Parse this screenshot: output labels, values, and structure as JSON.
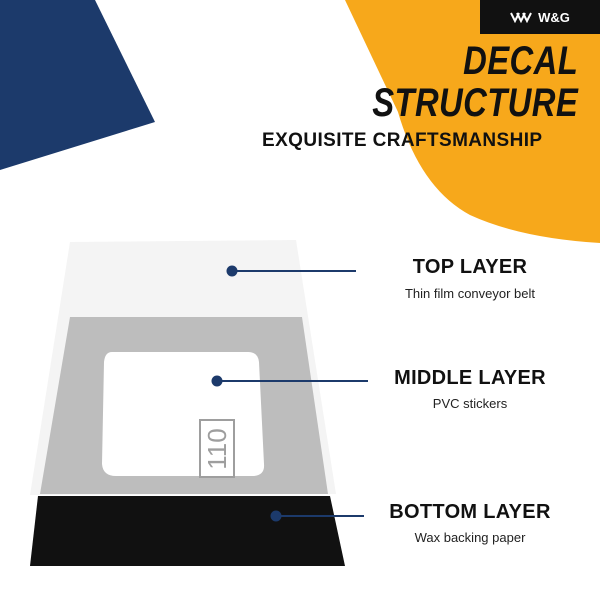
{
  "brand": {
    "logo_text": "W&G",
    "logo_icon": "double-chevron-logo-icon"
  },
  "header": {
    "title_line1": "DECAL",
    "title_line2": "STRUCTURE",
    "subtitle": "EXQUISITE CRAFTSMANSHIP"
  },
  "layers": [
    {
      "title": "TOP LAYER",
      "description": "Thin film conveyor belt"
    },
    {
      "title": "MIDDLE LAYER",
      "description": "PVC stickers"
    },
    {
      "title": "BOTTOM LAYER",
      "description": "Wax backing paper"
    }
  ],
  "sticker": {
    "label": "110"
  },
  "colors": {
    "navy": "#1c3a6b",
    "orange": "#f7a81b",
    "black": "#111111",
    "gray_layer": "#bfbfbf",
    "top_film": "#f3f3f3"
  }
}
